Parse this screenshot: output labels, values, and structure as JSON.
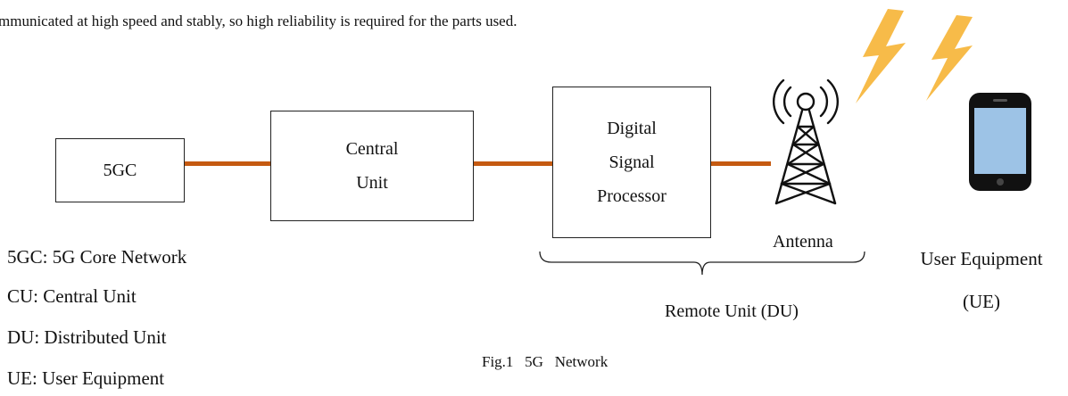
{
  "intro_text": "mmunicated at high speed and stably, so high reliability is required for the parts used.",
  "nodes": {
    "core": "5GC",
    "central_unit": [
      "Central",
      "Unit"
    ],
    "dsp": [
      "Digital",
      "Signal",
      "Processor"
    ]
  },
  "labels": {
    "antenna": "Antenna",
    "user_equipment": [
      "User Equipment",
      "(UE)"
    ],
    "remote_unit": "Remote Unit (DU)"
  },
  "legend": [
    "5GC: 5G Core Network",
    "CU: Central Unit",
    "DU: Distributed Unit",
    "UE: User Equipment"
  ],
  "caption": "Fig.1   5G   Network",
  "colors": {
    "link": "#c55a11",
    "lightning": "#f6b53a",
    "phone_body": "#111111",
    "phone_screen": "#9dc3e6"
  },
  "icons": [
    "lightning-icon",
    "antenna-tower-icon",
    "smartphone-icon"
  ]
}
